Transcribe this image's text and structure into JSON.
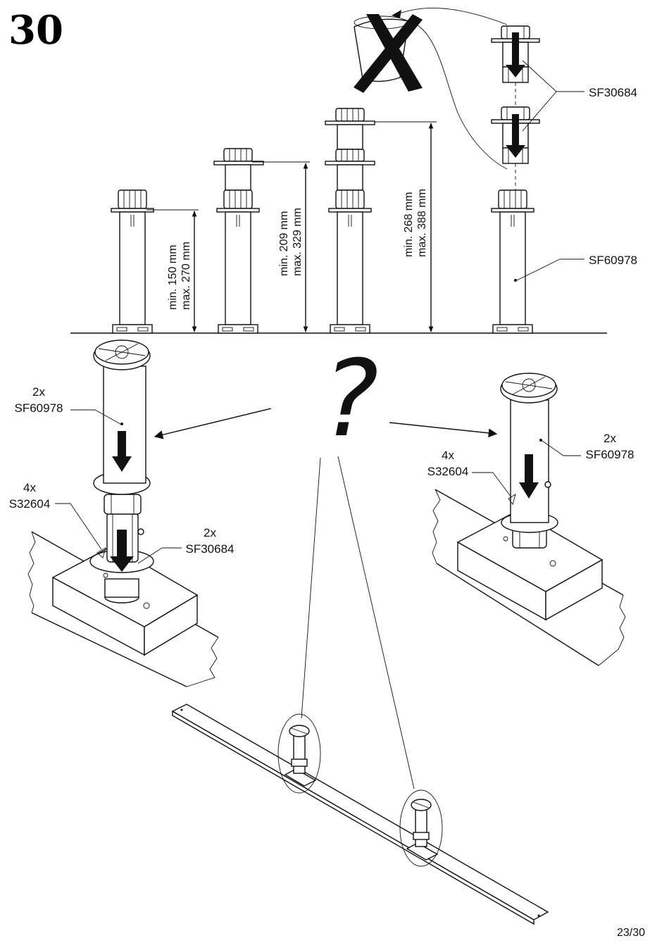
{
  "step": {
    "number": "30"
  },
  "parts": {
    "leveler": "SF30684",
    "leg": "SF60978",
    "screw": "S32604"
  },
  "heights": [
    {
      "min": "min. 150 mm",
      "max": "max. 270 mm"
    },
    {
      "min": "min. 209 mm",
      "max": "max. 329 mm"
    },
    {
      "min": "min. 268 mm",
      "max": "max. 388 mm"
    }
  ],
  "left_detail": {
    "leg_qty": "2x",
    "leg_code": "SF60978",
    "screw_qty": "4x",
    "screw_code": "S32604",
    "leveler_qty": "2x",
    "leveler_code": "SF30684"
  },
  "right_detail": {
    "leg_qty": "2x",
    "leg_code": "SF60978",
    "screw_qty": "4x",
    "screw_code": "S32604"
  },
  "question_mark": "?",
  "page_number": "23/30",
  "colors": {
    "ink": "#111111",
    "paper": "#ffffff"
  }
}
